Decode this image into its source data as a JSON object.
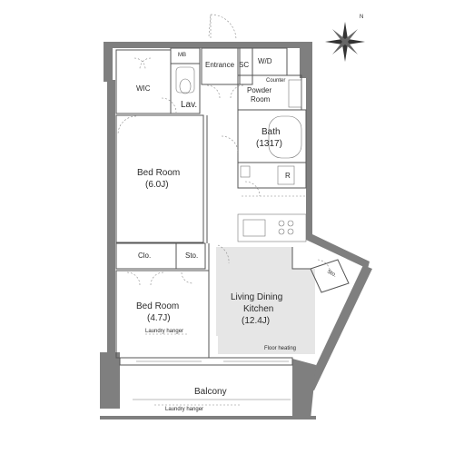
{
  "compass": {
    "north_label": "N"
  },
  "rooms": {
    "mb": "MB",
    "entrance": "Entrance",
    "sc": "SC",
    "wd": "W/D",
    "counter": "Counter",
    "wic": "WIC",
    "lav": "Lav.",
    "powder_room_1": "Powder",
    "powder_room_2": "Room",
    "bath_name": "Bath",
    "bath_size": "(1317)",
    "r": "R",
    "bedroom1_name": "Bed Room",
    "bedroom1_size": "(6.0J)",
    "clo": "Clo.",
    "sto1": "Sto.",
    "sto2": "Sto.",
    "bedroom2_name": "Bed Room",
    "bedroom2_size": "(4.7J)",
    "laundry_hanger_bedroom": "Laundry hanger",
    "ldk_line1": "Living Dining",
    "ldk_line2": "Kitchen",
    "ldk_size": "(12.4J)",
    "floor_heating": "Floor heating",
    "balcony": "Balcony",
    "laundry_hanger_balcony": "Laundry hanger"
  },
  "colors": {
    "wall": "#7f7f7f",
    "floor_heating_area": "#e6e6e6",
    "line": "#555555"
  }
}
